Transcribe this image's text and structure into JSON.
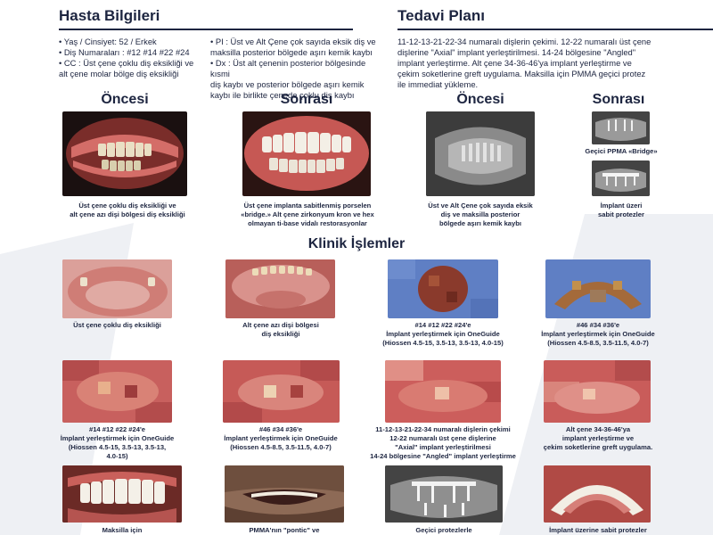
{
  "patient": {
    "title": "Hasta Bilgileri",
    "left_items": [
      "• Yaş / Cinsiyet: 52 / Erkek",
      "• Diş Numaraları : #12 #14 #22 #24",
      "• CC  : Üst çene çoklu diş eksikliği ve",
      "   alt çene molar bölge diş eksikliği"
    ],
    "right_items": [
      "• PI  : Üst ve Alt Çene çok sayıda eksik diş ve",
      "  maksilla posterior bölgede aşırı kemik kaybı",
      "• Dx : Üst alt çenenin posterior bölgesinde kısmi",
      "  diş kaybı ve posterior bölgede aşırı kemik",
      "  kaybı ile birlikte çenede çoklu diş kaybı"
    ]
  },
  "plan": {
    "title": "Tedavi Planı",
    "lines": [
      "11-12-13-21-22-34 numaralı dişlerin çekimi. 12-22 numaralı üst çene",
      "dişlerine \"Axial\" implant yerleştirilmesi. 14-24 bölgesine \"Angled\"",
      "implant yerleştirme. Alt çene 34-36-46'ya implant yerleştirme ve",
      "çekim soketlerine greft uygulama. Maksilla için PMMA geçici protez",
      "ile   immediat yükleme."
    ]
  },
  "before_after_left": {
    "before_label": "Öncesi",
    "after_label": "Sonrası",
    "before_caption": [
      "Üst çene çoklu diş eksikliği ve",
      "alt çene azı dişi bölgesi diş eksikliği"
    ],
    "after_caption": [
      "Üst çene implanta sabitlenmiş porselen",
      "«bridge.» Alt çene zirkonyum kron ve hex",
      "olmayan ti-base vidalı restorasyonlar"
    ]
  },
  "before_after_right": {
    "before_label": "Öncesi",
    "after_label": "Sonrası",
    "before_caption": [
      "Üst ve Alt Çene çok sayıda eksik",
      "diş ve maksilla posterior",
      "bölgede aşırı kemik kaybı"
    ],
    "after_caption_1": [
      "Geçici PPMA «Bridge»"
    ],
    "after_caption_2": [
      "İmplant üzeri",
      "sabit protezler"
    ]
  },
  "clinical": {
    "title": "Klinik İşlemler",
    "row1": [
      {
        "caption": [
          "Üst çene çoklu diş eksikliği"
        ]
      },
      {
        "caption": [
          "Alt çene azı dişi bölgesi",
          "diş eksikliği"
        ]
      },
      {
        "caption": [
          "#14 #12 #22 #24'e",
          "İmplant yerleştirmek için OneGuide",
          "(Hiossen 4.5-15, 3.5-13, 3.5-13, 4.0-15)"
        ]
      },
      {
        "caption": [
          "#46 #34 #36'e",
          "İmplant yerleştirmek için OneGuide",
          "(Hiossen 4.5-8.5, 3.5-11.5, 4.0-7)"
        ]
      }
    ],
    "row2": [
      {
        "caption": [
          "#14 #12 #22 #24'e",
          "İmplant yerleştirmek için OneGuide",
          "(Hiossen 4.5-15, 3.5-13, 3.5-13,",
          "4.0-15)"
        ]
      },
      {
        "caption": [
          "#46 #34 #36'e",
          "İmplant yerleştirmek için OneGuide",
          "(Hiossen 4.5-8.5, 3.5-11.5, 4.0-7)"
        ]
      },
      {
        "caption": [
          "11-12-13-21-22-34 numaralı dişlerin çekimi",
          "12-22 numaralı üst çene dişlerine",
          "\"Axial\" implant yerleştirilmesi",
          "14-24 bölgesine \"Angled\"  implant yerleştirme"
        ]
      },
      {
        "caption": [
          "Alt çene 34-36-46'ya",
          "implant yerleştirme ve",
          "çekim soketlerine greft uygulama."
        ]
      }
    ],
    "row3": [
      {
        "caption": [
          "Maksilla için"
        ]
      },
      {
        "caption": [
          "PMMA'nın \"pontic\" ve"
        ]
      },
      {
        "caption": [
          "Geçici protezlerle"
        ]
      },
      {
        "caption": [
          "İmplant üzerine sabit protezler"
        ]
      }
    ]
  },
  "colors": {
    "navy": "#1d2540",
    "bg_shape": "#eef0f4",
    "gum": "#c8605e",
    "xray": "#8c8c8c",
    "pixelated_blue": "#5f7fc4"
  }
}
